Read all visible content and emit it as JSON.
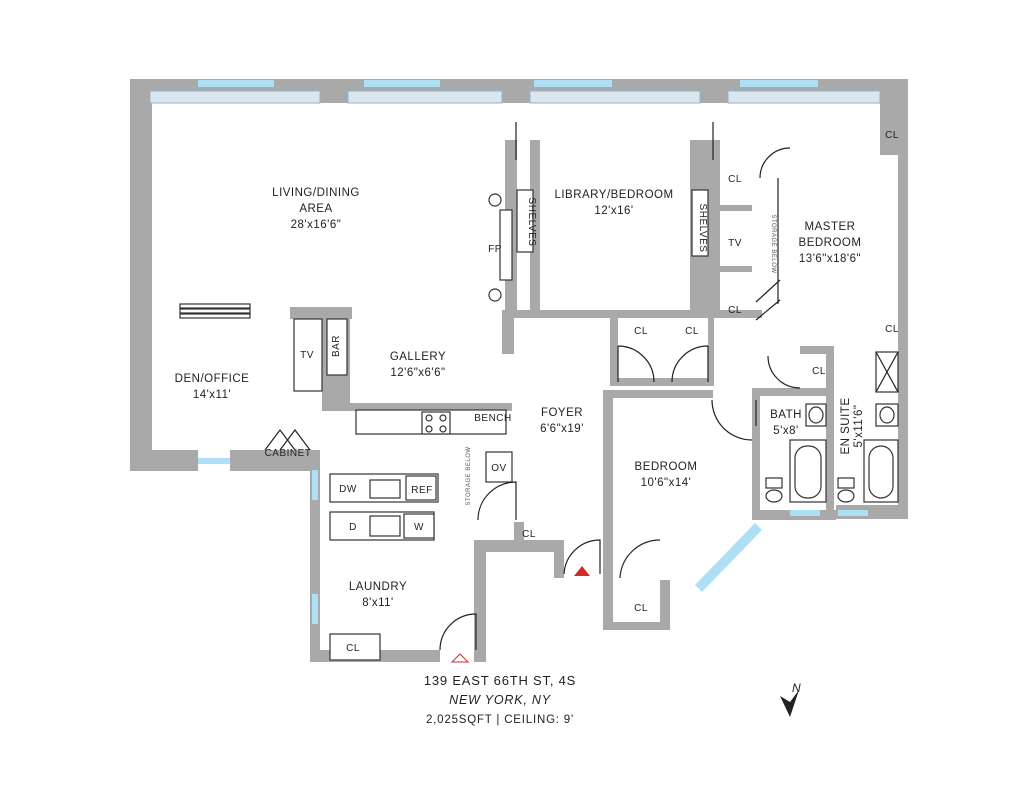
{
  "rooms": {
    "living_title_1": "LIVING/DINING",
    "living_title_2": "AREA",
    "living_dim": "28'x16'6\"",
    "library_title": "LIBRARY/BEDROOM",
    "library_dim": "12'x16'",
    "master_title_1": "MASTER",
    "master_title_2": "BEDROOM",
    "master_dim": "13'6\"x18'6\"",
    "den_title": "DEN/OFFICE",
    "den_dim": "14'x11'",
    "gallery_title": "GALLERY",
    "gallery_dim": "12'6\"x6'6\"",
    "foyer_title": "FOYER",
    "foyer_dim": "6'6\"x19'",
    "bedroom_title": "BEDROOM",
    "bedroom_dim": "10'6\"x14'",
    "bath_title": "BATH",
    "bath_dim": "5'x8'",
    "ensuite_title": "EN SUITE",
    "ensuite_dim": "5'x11'6\"",
    "laundry_title": "LAUNDRY",
    "laundry_dim": "8'x11'"
  },
  "fixtures": {
    "closet": "CL",
    "shelves": "SHELVES",
    "fireplace": "FP",
    "tv": "TV",
    "bar": "BAR",
    "cabinet": "CABINET",
    "bench": "BENCH",
    "oven": "OV",
    "dishwasher": "DW",
    "refrigerator": "REF",
    "dryer": "D",
    "washer": "W",
    "storage_below": "STORAGE BELOW"
  },
  "footer": {
    "address": "139 EAST 66TH ST, 4S",
    "city": "NEW YORK, NY",
    "info": "2,025SQFT | CEILING: 9'"
  },
  "compass": {
    "label": "N"
  },
  "colors": {
    "wall": "#a9a9a9",
    "entry_marker": "#d62a2a",
    "window_glass": "#aee0f5"
  }
}
